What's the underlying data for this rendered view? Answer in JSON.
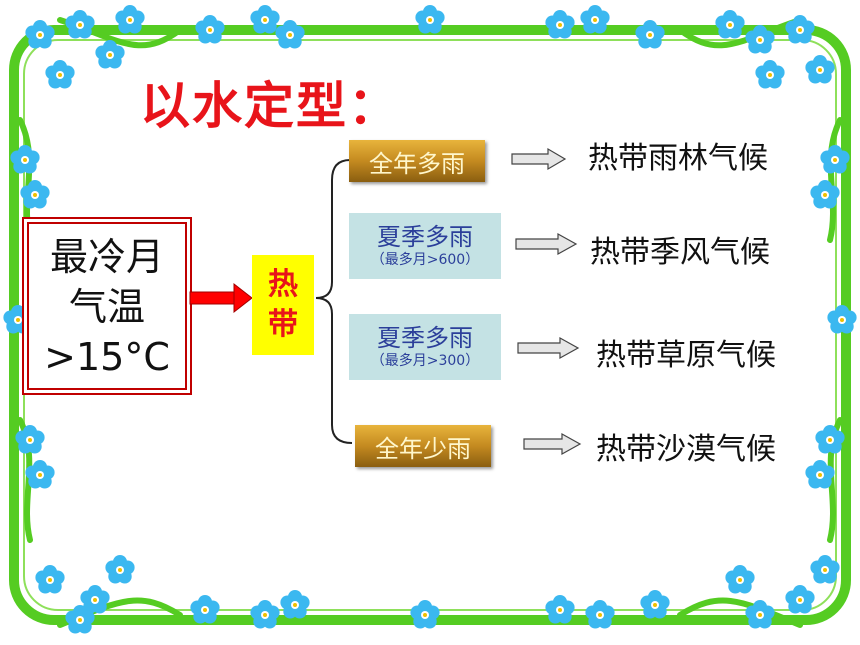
{
  "title": "以水定型：",
  "condition": {
    "line1": "最冷月",
    "line2": "气温",
    "line3": ">15°C"
  },
  "zone": {
    "char1": "热",
    "char2": "带"
  },
  "branches": [
    {
      "rain": "全年多雨",
      "note": "",
      "climate": "热带雨林气候"
    },
    {
      "rain": "夏季多雨",
      "note": "（最多月>600）",
      "climate": "热带季风气候"
    },
    {
      "rain": "夏季多雨",
      "note": "（最多月>300）",
      "climate": "热带草原气候"
    },
    {
      "rain": "全年少雨",
      "note": "",
      "climate": "热带沙漠气候"
    }
  ],
  "colors": {
    "vine": "#55cc22",
    "flower": "#3bb8f0",
    "title": "#e8141a",
    "highlight": "#ffff00"
  }
}
